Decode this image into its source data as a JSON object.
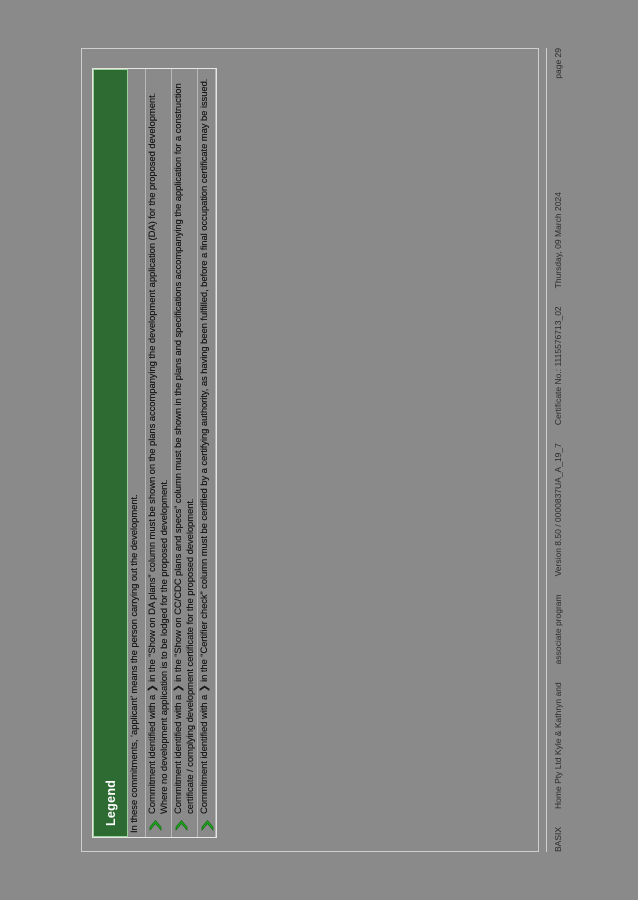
{
  "document": {
    "legend": {
      "title": "Legend",
      "rows": [
        {
          "marker": "none",
          "text": "In these commitments, ‘applicant’ means the person carrying out the development."
        },
        {
          "marker": "green-chevron",
          "text": "Commitment identified with a ❯ in the “Show on DA plans” column must be shown on the plans accompanying the development application (DA) for the proposed development. Where no development application is to be lodged for the proposed development."
        },
        {
          "marker": "green-chevron",
          "text": "Commitment identified with a ❯ in the “Show on CC/CDC plans and specs” column must be shown in the plans and specifications accompanying the application for a construction certificate / complying development certificate for the proposed development."
        },
        {
          "marker": "green-chevron",
          "text": "Commitment identified with a ❯ in the “Certifier check” column must be certified by a certifying authority, as having been fulfilled, before a final occupation certificate may be issued."
        }
      ]
    },
    "footer": {
      "left_label": "BASIX",
      "project": "Home Pty Ltd Kyle & Kathryn and",
      "address": "associate program",
      "version": "Version 8.50 / 0000837UA_A_19_7",
      "certificate": "Certificate No.: 1115576713_02",
      "date": "Thursday, 09 March 2024",
      "page": "page 29"
    }
  }
}
